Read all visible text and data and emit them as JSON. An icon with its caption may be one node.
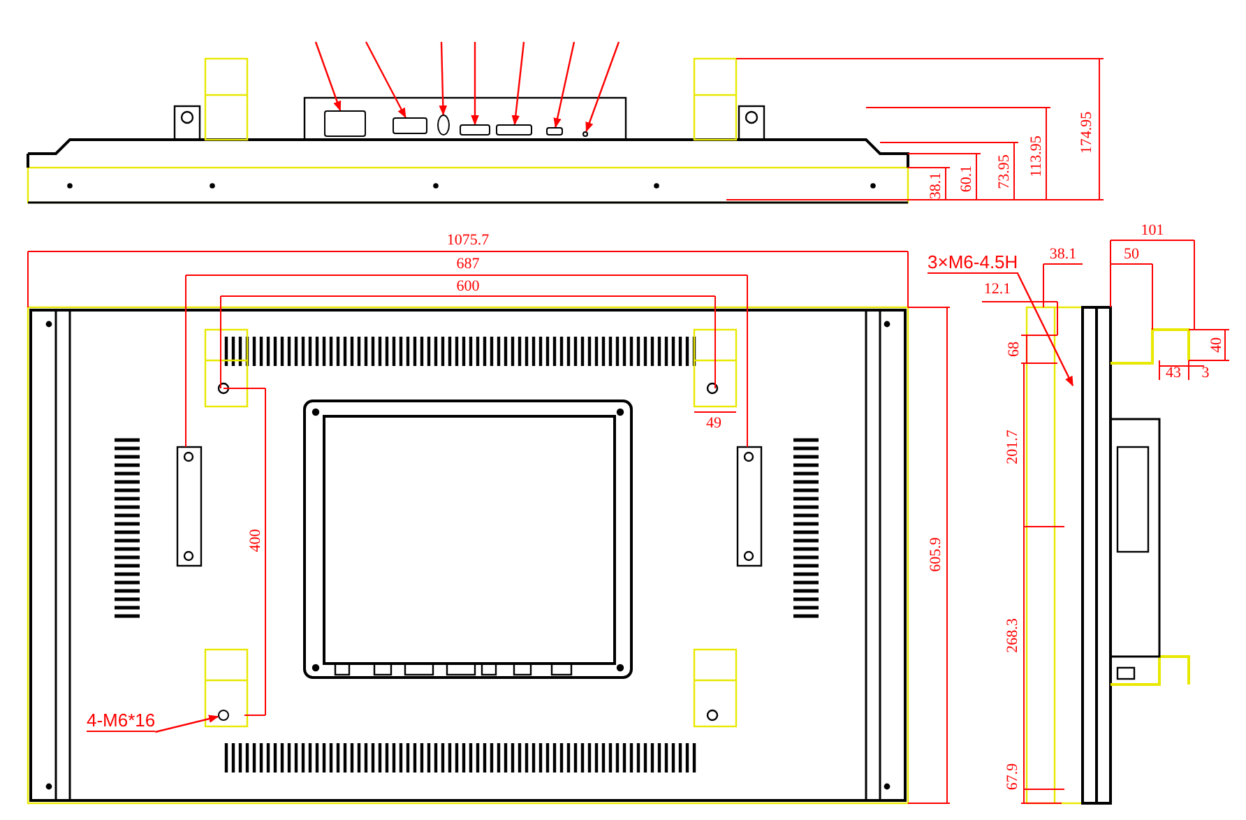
{
  "diagram": {
    "nodes": [
      {
        "text": [],
        "shape": "box"
      },
      {
        "text": [],
        "shape": "box"
      },
      {
        "text": [],
        "shape": "circle"
      },
      {
        "text": [],
        "shape": "box"
      },
      {
        "text": [],
        "shape": "box"
      },
      {
        "text": [],
        "shape": "box"
      },
      {
        "text": [],
        "shape": "circle"
      },
      {
        "text": [
          "3×M6-4.5H"
        ]
      },
      {
        "text": [],
        "shape": "circle"
      },
      {
        "text": [
          "4-M6*16"
        ]
      }
    ],
    "edges": [
      {
        "from": null,
        "to": 0,
        "arrow": "to"
      },
      {
        "from": null,
        "to": 1,
        "arrow": "to"
      },
      {
        "from": null,
        "to": 2,
        "arrow": "to"
      },
      {
        "from": null,
        "to": 3,
        "arrow": "to"
      },
      {
        "from": null,
        "to": 4,
        "arrow": "to"
      },
      {
        "from": null,
        "to": 5,
        "arrow": "to"
      },
      {
        "from": null,
        "to": 6,
        "arrow": "to"
      },
      {
        "from": 7,
        "to": null,
        "arrow": "to"
      },
      {
        "from": 9,
        "to": 8,
        "arrow": "to"
      }
    ],
    "labels": [
      "174.95",
      "113.95",
      "73.95",
      "60.1",
      "38.1",
      "1075.7",
      "687",
      "600",
      "101",
      "38.1",
      "50",
      "12.1",
      "68",
      "40",
      "43",
      "3",
      "49",
      "201.7",
      "400",
      "605.9",
      "268.3",
      "67.9"
    ]
  }
}
